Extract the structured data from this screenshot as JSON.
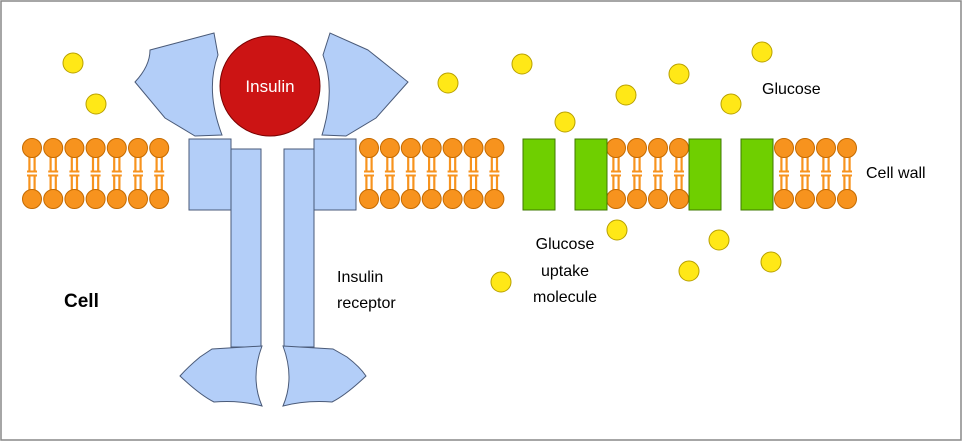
{
  "labels": {
    "insulin": "Insulin",
    "glucose": "Glucose",
    "cell_wall": "Cell wall",
    "glucose_uptake_molecule": [
      "Glucose",
      "uptake",
      "molecule"
    ],
    "insulin_receptor": [
      "Insulin",
      "receptor"
    ],
    "cell": "Cell"
  },
  "colors": {
    "background": "#ffffff",
    "frame": "#888888",
    "lipid_head": "#f7931e",
    "lipid_head_stroke": "#c46a00",
    "lipid_tail": "#f7931e",
    "receptor_fill": "#b3cef8",
    "receptor_stroke": "#4a5a78",
    "insulin_fill": "#cc1414",
    "insulin_stroke": "#7a0000",
    "glucose_fill": "#ffe817",
    "glucose_stroke": "#b8a000",
    "uptake_fill": "#6fcf00",
    "uptake_stroke": "#3f7a00"
  },
  "icons": {
    "insulin": "insulin-molecule-icon",
    "glucose": "glucose-molecule-icon",
    "receptor": "insulin-receptor-icon",
    "uptake": "glucose-uptake-channel-icon",
    "lipid": "phospholipid-icon"
  }
}
